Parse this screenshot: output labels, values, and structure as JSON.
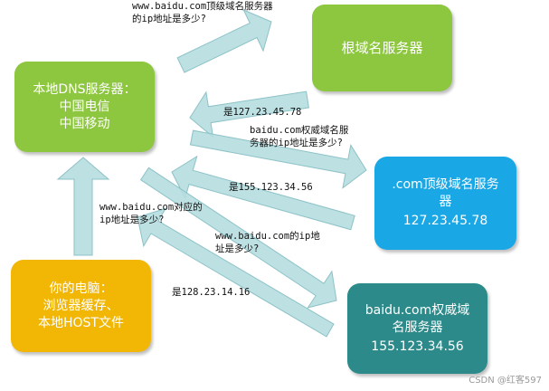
{
  "colors": {
    "green_box": "#8dc63f",
    "blue_box": "#1aa7e6",
    "teal_box": "#2d8a8a",
    "yellow_box": "#f2b705",
    "arrow_fill": "#b6dde0",
    "arrow_stroke": "#8cc2c7"
  },
  "nodes": {
    "local_dns": {
      "lines": [
        "本地DNS服务器：",
        "中国电信",
        "中国移动"
      ]
    },
    "root_dns": {
      "lines": [
        "根域名服务器"
      ]
    },
    "com_dns": {
      "lines": [
        ".com顶级域名服务",
        "器",
        "127.23.45.78"
      ]
    },
    "baidu_dns": {
      "lines": [
        "baidu.com权威域",
        "名服务器",
        "155.123.34.56"
      ]
    },
    "your_pc": {
      "lines": [
        "你的电脑：",
        "浏览器缓存、",
        "本地HOST文件"
      ]
    }
  },
  "edge_labels": {
    "query_com": [
      "www.baidu.com顶级域名服务器",
      "的ip地址是多少?"
    ],
    "root_reply": [
      "是127.23.45.78"
    ],
    "query_baidu": [
      "baidu.com权威域名服",
      "务器的ip地址是多少?"
    ],
    "com_reply": [
      "是155.123.34.56"
    ],
    "pc_query": [
      "www.baidu.com对应的",
      "ip地址是多少?"
    ],
    "query_www": [
      "www.baidu.com的ip地",
      "址是多少?"
    ],
    "final_reply": [
      "是128.23.14.16"
    ]
  },
  "watermark": "CSDN @红客597"
}
